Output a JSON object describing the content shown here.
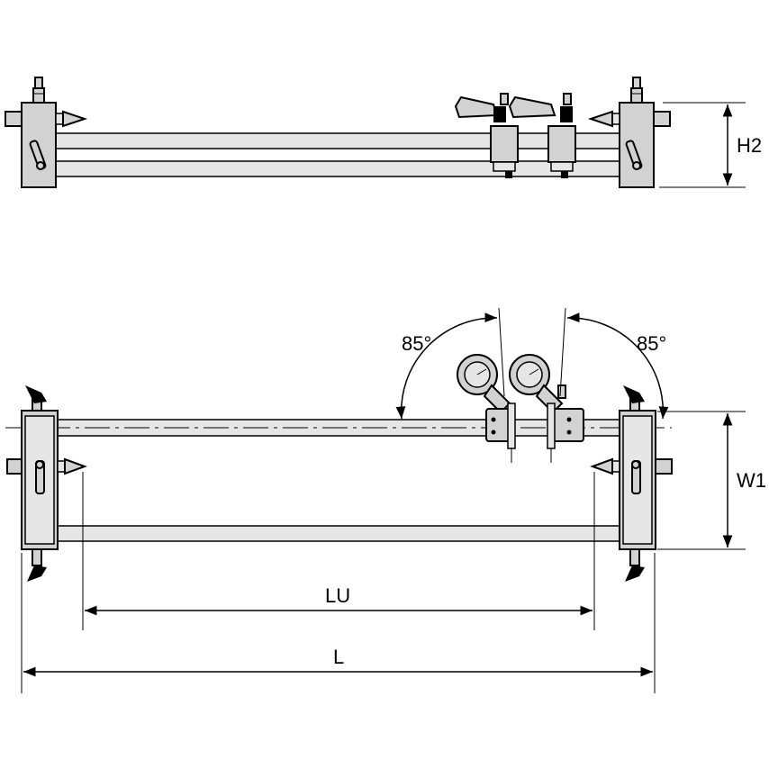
{
  "dimensions": {
    "h2": "H2",
    "w1": "W1",
    "lu": "LU",
    "l": "L",
    "angle_left": "85°",
    "angle_right": "85°"
  },
  "colors": {
    "line": "#000000",
    "fill": "#d2d2d2",
    "light_fill": "#e6e6e6",
    "background": "#ffffff"
  }
}
